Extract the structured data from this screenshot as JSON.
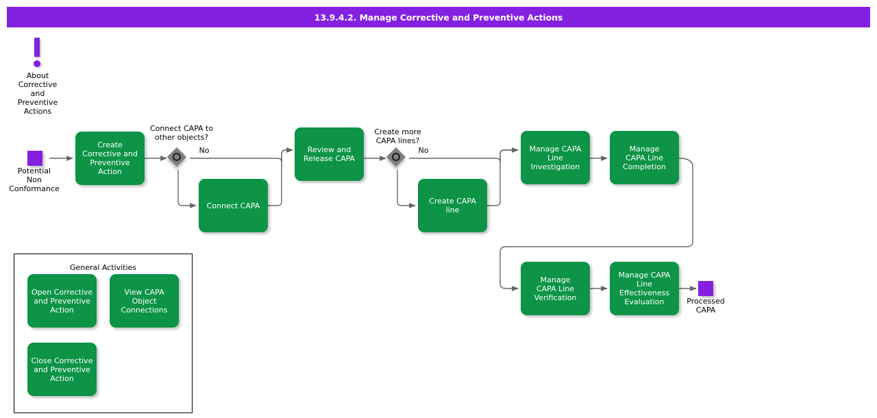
{
  "header": {
    "title": "13.9.4.2. Manage Corrective and Preventive Actions",
    "bar_color": "#8420e0",
    "text_color": "#ffffff"
  },
  "theme": {
    "task_fill": "#0d9447",
    "task_text": "#ffffff",
    "event_fill": "#8420e0",
    "gateway_fill": "#808080",
    "connector": "#666666",
    "background": "#ffffff"
  },
  "note": {
    "icon": "exclamation-note-icon",
    "label": "About\nCorrective\nand\nPreventive\nActions"
  },
  "start_event": {
    "icon": "start-event-square",
    "label": "Potential\nNon\nConformance"
  },
  "end_event": {
    "icon": "end-event-square",
    "label": "Processed\nCAPA"
  },
  "tasks": [
    {
      "id": "create-capa",
      "label": "Create\nCorrective and\nPreventive\nAction"
    },
    {
      "id": "connect-capa",
      "label": "Connect CAPA"
    },
    {
      "id": "review-release-capa",
      "label": "Review and\nRelease CAPA"
    },
    {
      "id": "create-capa-line",
      "label": "Create CAPA\nline"
    },
    {
      "id": "manage-capa-line-investigation",
      "label": "Manage CAPA\nLine\nInvestigation"
    },
    {
      "id": "manage-capa-line-completion",
      "label": "Manage\nCAPA Line\nCompletion"
    },
    {
      "id": "manage-capa-line-verification",
      "label": "Manage\nCAPA Line\nVerification"
    },
    {
      "id": "manage-capa-line-effectiveness-evaluation",
      "label": "Manage CAPA\nLine\nEffectiveness\nEvaluation"
    }
  ],
  "gateways": [
    {
      "id": "connect-capa-gateway",
      "question": "Connect CAPA to\nother objects?",
      "branch_label": "No"
    },
    {
      "id": "create-more-lines-gateway",
      "question": "Create more\nCAPA lines?",
      "branch_label": "No"
    }
  ],
  "general_activities": {
    "title": "General Activities",
    "items": [
      {
        "id": "open-capa",
        "label": "Open Corrective\nand Preventive\nAction"
      },
      {
        "id": "view-capa-connections",
        "label": "View CAPA\nObject\nConnections"
      },
      {
        "id": "close-capa",
        "label": "Close Corrective\nand Preventive\nAction"
      }
    ]
  }
}
